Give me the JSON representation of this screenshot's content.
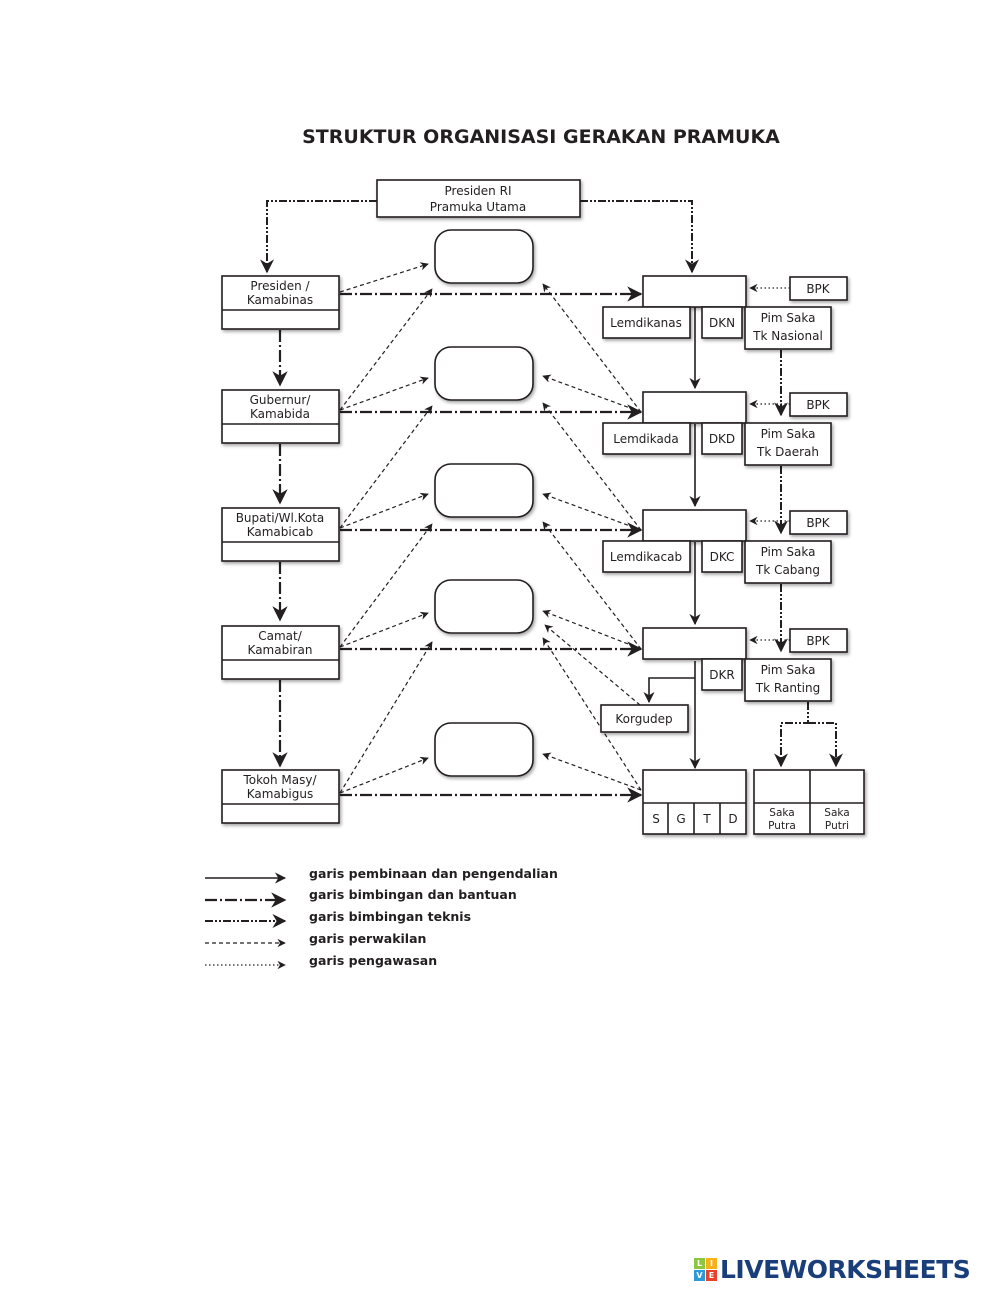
{
  "title": "STRUKTUR ORGANISASI GERAKAN PRAMUKA",
  "top": {
    "line1": "Presiden RI",
    "line2": "Pramuka Utama"
  },
  "left_boxes": [
    {
      "line1": "Presiden /",
      "line2": "Kamabinas"
    },
    {
      "line1": "Gubernur/",
      "line2": "Kamabida"
    },
    {
      "line1": "Bupati/Wl.Kota",
      "line2": "Kamabicab"
    },
    {
      "line1": "Camat/",
      "line2": "Kamabiran"
    },
    {
      "line1": "Tokoh Masy/",
      "line2": "Kamabigus"
    }
  ],
  "middle_blanks": [
    "",
    "",
    "",
    "",
    ""
  ],
  "right_levels": [
    {
      "main": "",
      "lemdika": "Lemdikanas",
      "dk": "DKN",
      "bpk": "BPK",
      "pim1": "Pim Saka",
      "pim2": "Tk Nasional"
    },
    {
      "main": "",
      "lemdika": "Lemdikada",
      "dk": "DKD",
      "bpk": "BPK",
      "pim1": "Pim Saka",
      "pim2": "Tk Daerah"
    },
    {
      "main": "",
      "lemdika": "Lemdikacab",
      "dk": "DKC",
      "bpk": "BPK",
      "pim1": "Pim Saka",
      "pim2": "Tk Cabang"
    },
    {
      "main": "",
      "lemdika": "",
      "dk": "DKR",
      "bpk": "BPK",
      "pim1": "Pim Saka",
      "pim2": "Tk Ranting"
    }
  ],
  "korgudep": "Korgudep",
  "gudep": {
    "main": "",
    "cells": [
      "S",
      "G",
      "T",
      "D"
    ]
  },
  "saka": [
    {
      "line1": "Saka",
      "line2": "Putra"
    },
    {
      "line1": "Saka",
      "line2": "Putri"
    }
  ],
  "legend": [
    {
      "style": "solid",
      "label": "garis pembinaan dan pengendalian"
    },
    {
      "style": "dash-dot",
      "label": "garis bimbingan dan bantuan"
    },
    {
      "style": "dash-dot-dot",
      "label": "garis bimbingan teknis"
    },
    {
      "style": "dashed",
      "label": "garis perwakilan"
    },
    {
      "style": "dotted",
      "label": "garis pengawasan"
    }
  ],
  "brand": {
    "logo_letters": [
      "L",
      "I",
      "V",
      "E"
    ],
    "logo_colors": [
      "#8dc63f",
      "#f7b21b",
      "#2d9ad7",
      "#e8412c"
    ],
    "text": "LIVEWORKSHEETS",
    "color": "#1a3e7a"
  }
}
